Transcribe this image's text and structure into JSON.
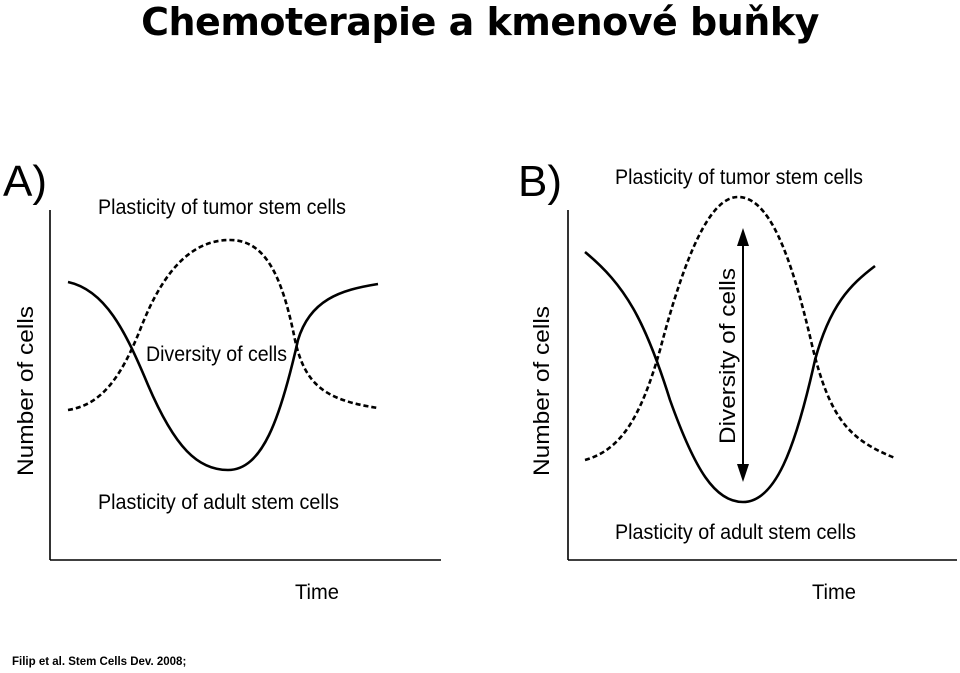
{
  "slide": {
    "title": "Chemoterapie a kmenové buňky"
  },
  "panel_a": {
    "label": "A)",
    "top_label": "Plasticity of tumor stem cells",
    "middle_label": "Diversity of cells",
    "bottom_label": "Plasticity of adult stem cells",
    "x_axis": "Time",
    "y_axis": "Number of cells"
  },
  "panel_b": {
    "label": "B)",
    "top_label": "Plasticity of tumor stem cells",
    "middle_label": "Diversity of cells",
    "bottom_label": "Plasticity of adult stem cells",
    "x_axis": "Time",
    "y_axis": "Number of cells"
  },
  "caption": "Filip et  al. Stem Cells Dev. 2008;"
}
